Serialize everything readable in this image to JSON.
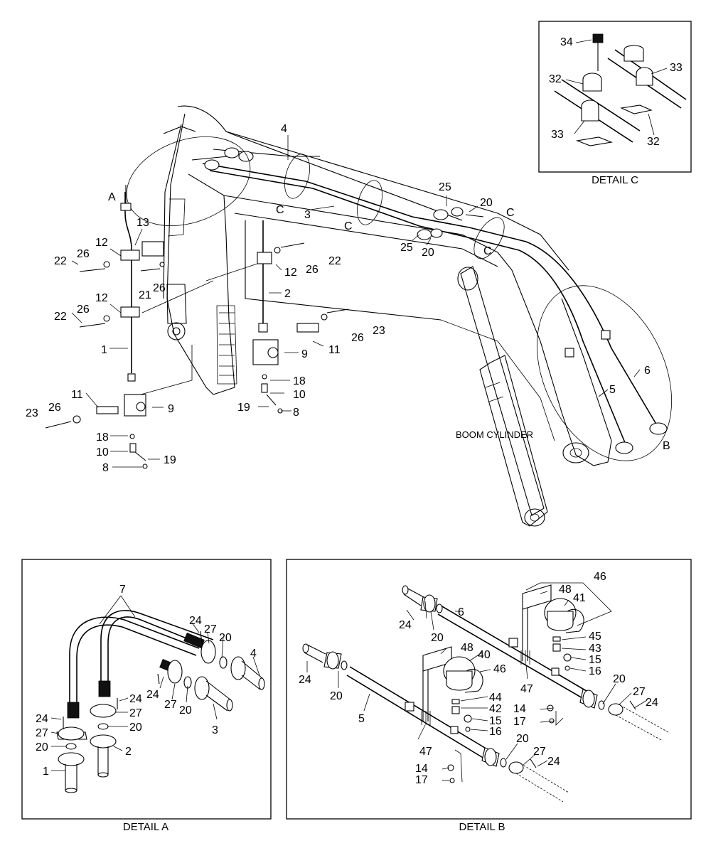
{
  "main_labels": {
    "l4": "4",
    "l25a": "25",
    "l20a": "20",
    "lCa": "C",
    "lA": "A",
    "lCb": "C",
    "l3": "3",
    "lCc": "C",
    "lCd": "C",
    "l25b": "25",
    "l20b": "20",
    "l13": "13",
    "l12a": "12",
    "l22a": "22",
    "l26a": "26",
    "l21": "21",
    "l26b": "26",
    "l22b": "22",
    "l26c": "26",
    "l12b": "12",
    "l12c": "12",
    "l22c": "22",
    "l26d": "26",
    "l2": "2",
    "l23a": "23",
    "l26e": "26",
    "l11a": "11",
    "l9a": "9",
    "l1": "1",
    "l18a": "18",
    "l10a": "10",
    "l19a": "19",
    "l8a": "8",
    "l11b": "11",
    "l9b": "9",
    "l23b": "23",
    "l26f": "26",
    "l18b": "18",
    "l10b": "10",
    "l19b": "19",
    "l8b": "8",
    "l6": "6",
    "l5": "5",
    "lB": "B",
    "boom_cylinder": "BOOM CYLINDER"
  },
  "detail_c": {
    "title": "DETAIL C",
    "labels": {
      "l34": "34",
      "l33a": "33",
      "l32a": "32",
      "l33b": "33",
      "l32b": "32"
    }
  },
  "detail_a": {
    "title": "DETAIL A",
    "labels": {
      "l7": "7",
      "l24a": "24",
      "l27a": "27",
      "l20a": "20",
      "l4": "4",
      "l24b": "24",
      "l27b": "27",
      "l20b": "20",
      "l3": "3",
      "l24c": "24",
      "l27c": "27",
      "l20c": "20",
      "l2": "2",
      "l24d": "24",
      "l27d": "27",
      "l20d": "20",
      "l1": "1"
    }
  },
  "detail_b": {
    "title": "DETAIL B",
    "labels": {
      "l46a": "46",
      "l48a": "48",
      "l41": "41",
      "l6": "6",
      "l24a": "24",
      "l20a": "20",
      "l45": "45",
      "l43": "43",
      "l15a": "15",
      "l16a": "16",
      "l47a": "47",
      "l48b": "48",
      "l40": "40",
      "l46b": "46",
      "l24b": "24",
      "l20b": "20",
      "l5": "5",
      "l44": "44",
      "l42": "42",
      "l15b": "15",
      "l16b": "16",
      "l14a": "14",
      "l17a": "17",
      "l20c": "20",
      "l27a": "27",
      "l24c": "24",
      "l47b": "47",
      "l20d": "20",
      "l27b": "27",
      "l24d": "24",
      "l14b": "14",
      "l17b": "17"
    }
  }
}
